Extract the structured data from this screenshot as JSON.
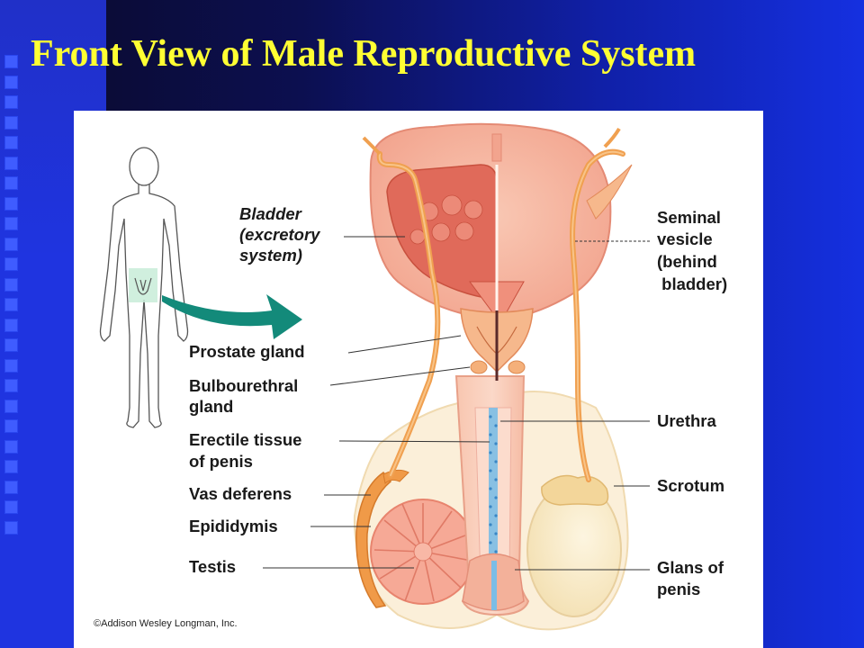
{
  "slide": {
    "title": "Front View of Male Reproductive System"
  },
  "figure": {
    "labels": {
      "bladder_line1": "Bladder",
      "bladder_line2": "(excretory",
      "bladder_line3": "system)",
      "seminal_line1": "Seminal",
      "seminal_line2": "vesicle",
      "seminal_line3": "(behind",
      "seminal_line4": " bladder)",
      "prostate": "Prostate gland",
      "bulbo_line1": "Bulbourethral",
      "bulbo_line2": "gland",
      "erectile_line1": "Erectile tissue",
      "erectile_line2": "of penis",
      "vas": "Vas deferens",
      "epididymis": "Epididymis",
      "testis": "Testis",
      "urethra": "Urethra",
      "scrotum": "Scrotum",
      "glans_line1": "Glans of",
      "glans_line2": "penis"
    },
    "copyright": "©Addison Wesley Longman, Inc."
  },
  "colors": {
    "title": "#ffff33",
    "background_dark": "#0a0a2a",
    "background_blue": "#1530e0",
    "tissue_pink": "#f4a38f",
    "bladder_inner": "#e06a5a",
    "duct_orange": "#f0a050",
    "arrow_teal": "#138a7a",
    "urethra_blue": "#5aa8d8"
  },
  "icons": {
    "body_outline": "human-body-outline-icon",
    "arrow": "teal-arrow-icon"
  }
}
